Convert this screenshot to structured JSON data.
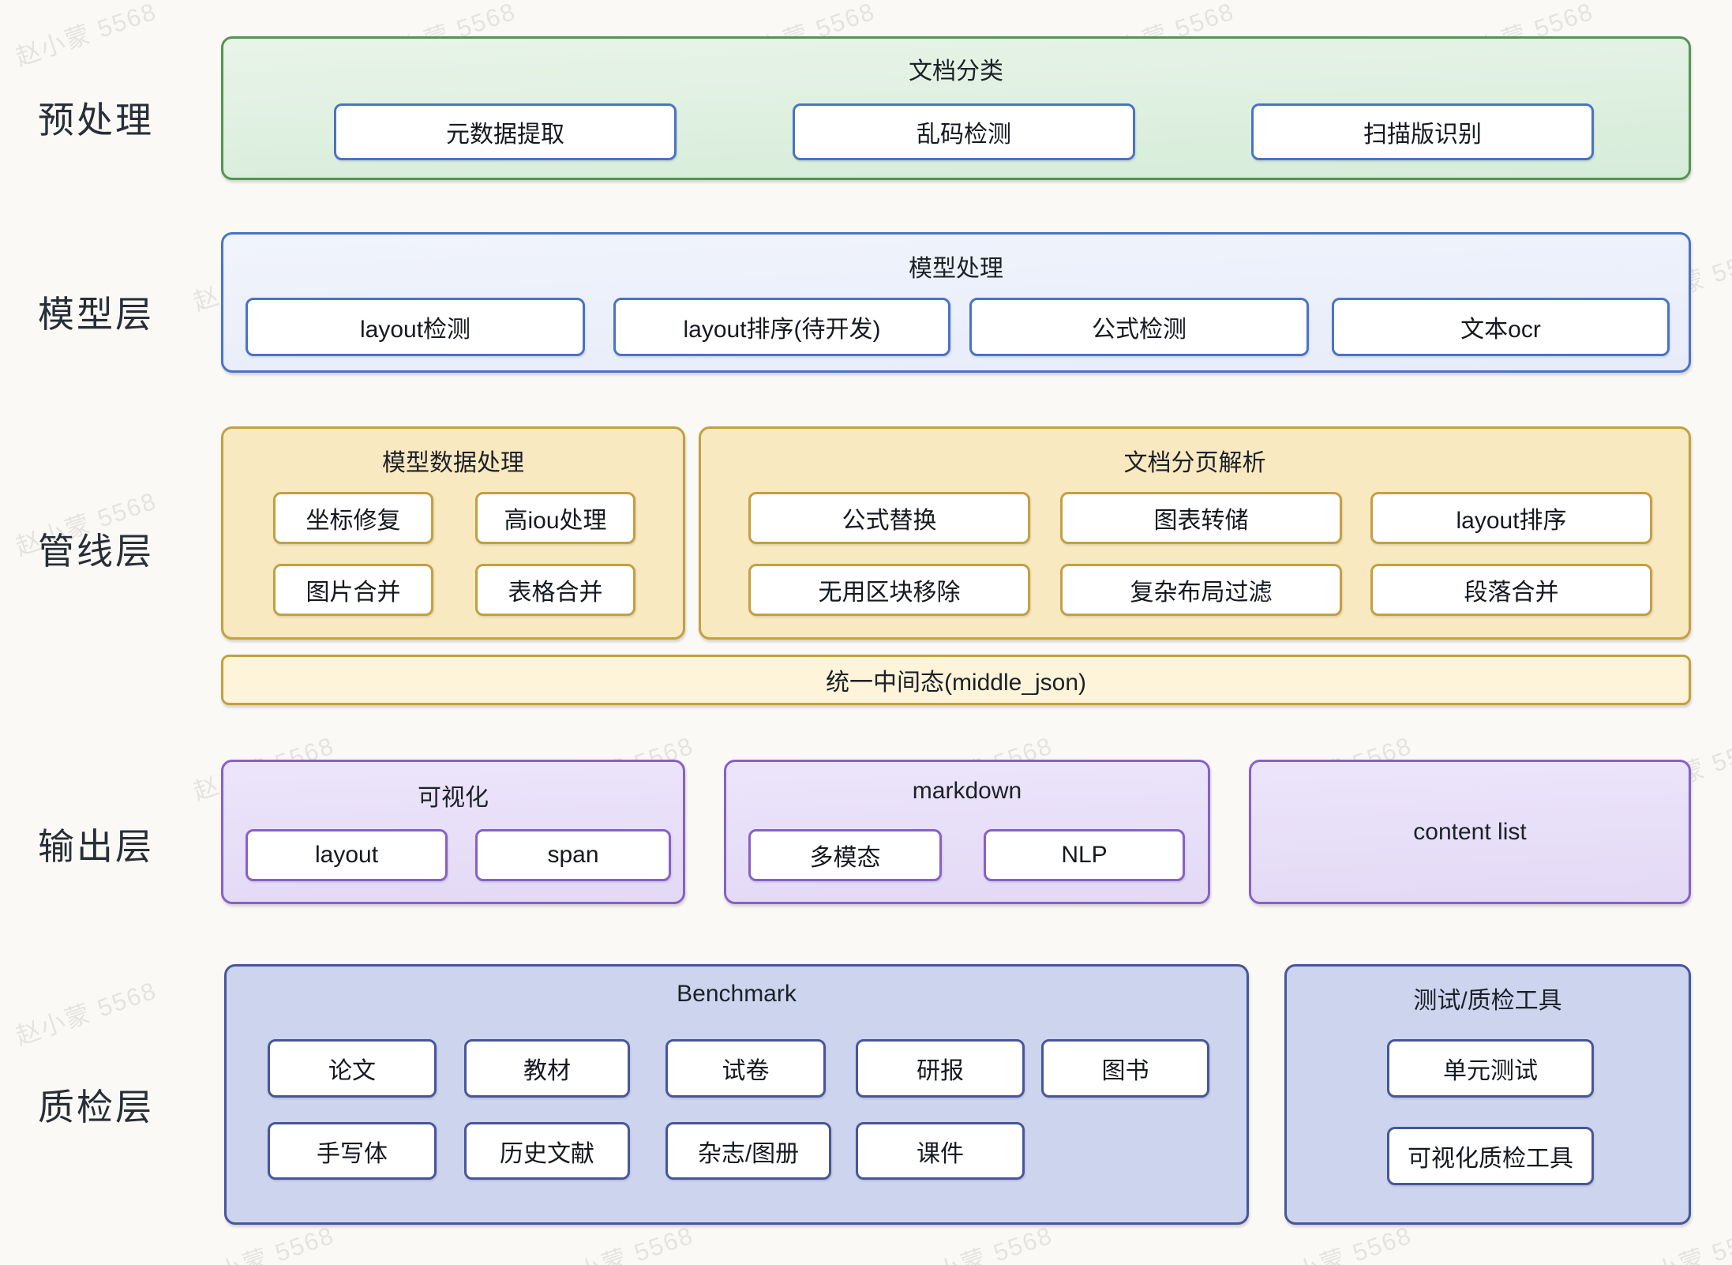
{
  "watermark": {
    "text": "赵小蒙 5568"
  },
  "labels": {
    "preprocess": "预处理",
    "model": "模型层",
    "pipeline": "管线层",
    "output": "输出层",
    "qa": "质检层"
  },
  "preprocess": {
    "title": "文档分类",
    "items": [
      "元数据提取",
      "乱码检测",
      "扫描版识别"
    ]
  },
  "model": {
    "title": "模型处理",
    "items": [
      "layout检测",
      "layout排序(待开发)",
      "公式检测",
      "文本ocr"
    ]
  },
  "pipeline": {
    "model_data": {
      "title": "模型数据处理",
      "items": [
        "坐标修复",
        "高iou处理",
        "图片合并",
        "表格合并"
      ]
    },
    "doc_parse": {
      "title": "文档分页解析",
      "items": [
        "公式替换",
        "图表转储",
        "layout排序",
        "无用区块移除",
        "复杂布局过滤",
        "段落合并"
      ]
    },
    "middle_state": "统一中间态(middle_json)"
  },
  "output": {
    "visualization": {
      "title": "可视化",
      "items": [
        "layout",
        "span"
      ]
    },
    "markdown": {
      "title": "markdown",
      "items": [
        "多模态",
        "NLP"
      ]
    },
    "content_list": "content list"
  },
  "qa": {
    "benchmark": {
      "title": "Benchmark",
      "items": [
        "论文",
        "教材",
        "试卷",
        "研报",
        "图书",
        "手写体",
        "历史文献",
        "杂志/图册",
        "课件"
      ]
    },
    "tools": {
      "title": "测试/质检工具",
      "items": [
        "单元测试",
        "可视化质检工具"
      ]
    }
  },
  "colors": {
    "green_border": "#529552",
    "blue_border": "#4a73c6",
    "yellow_border": "#c3a041",
    "yellow_fill": "#f9e9c1",
    "yellow_bar_fill": "#fdf4d9",
    "purple_border": "#8761c8",
    "indigo_border": "#47569b",
    "indigo_fill": "#ccd4ee"
  }
}
